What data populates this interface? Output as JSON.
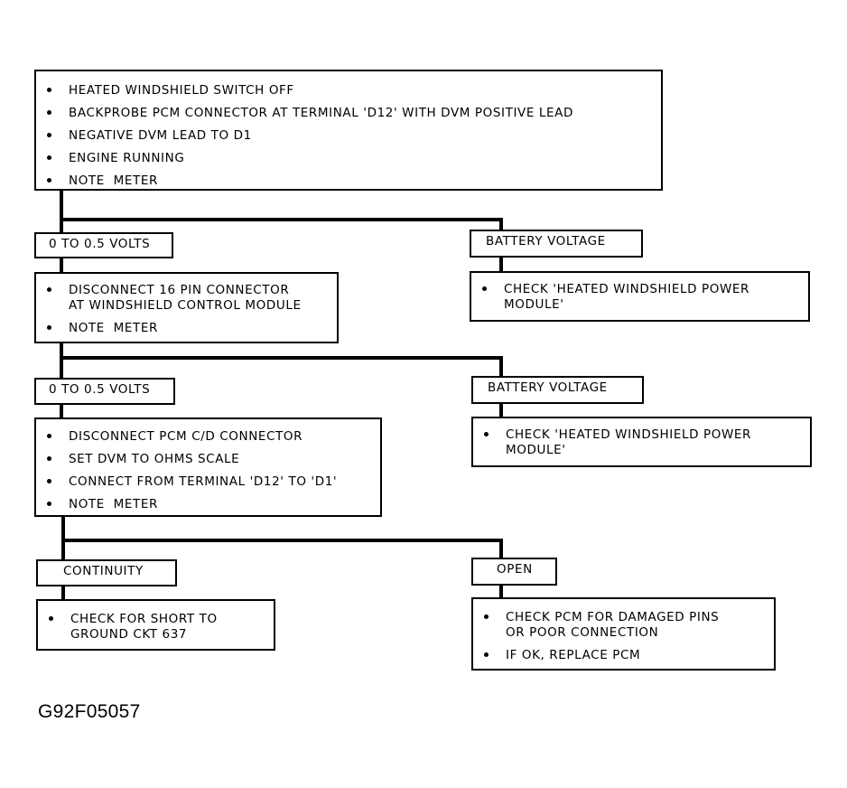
{
  "step1": {
    "items": [
      "HEATED WINDSHIELD SWITCH OFF",
      "BACKPROBE PCM CONNECTOR AT TERMINAL 'D12' WITH DVM POSITIVE LEAD",
      "NEGATIVE DVM LEAD TO D1",
      "ENGINE RUNNING",
      "NOTE  METER"
    ]
  },
  "result1_left": {
    "label": "0 TO 0.5 VOLTS"
  },
  "result1_right": {
    "label": "BATTERY VOLTAGE"
  },
  "step2": {
    "items": [
      [
        "DISCONNECT 16 PIN CONNECTOR",
        "AT WINDSHIELD CONTROL MODULE"
      ],
      [
        "NOTE  METER"
      ]
    ]
  },
  "action1_right": {
    "items": [
      [
        "CHECK 'HEATED WINDSHIELD POWER",
        "MODULE'"
      ]
    ]
  },
  "result2_left": {
    "label": "0 TO 0.5 VOLTS"
  },
  "result2_right": {
    "label": "BATTERY VOLTAGE"
  },
  "step3": {
    "items": [
      "DISCONNECT PCM C/D CONNECTOR",
      "SET DVM TO OHMS SCALE",
      "CONNECT FROM TERMINAL 'D12' TO 'D1'",
      "NOTE  METER"
    ]
  },
  "action2_right": {
    "items": [
      [
        "CHECK 'HEATED WINDSHIELD POWER",
        "MODULE'"
      ]
    ]
  },
  "result3_left": {
    "label": "CONTINUITY"
  },
  "result3_right": {
    "label": "OPEN"
  },
  "action3_left": {
    "items": [
      [
        "CHECK FOR SHORT TO",
        "GROUND CKT 637"
      ]
    ]
  },
  "action3_right": {
    "items": [
      [
        "CHECK PCM FOR DAMAGED PINS",
        "OR POOR CONNECTION"
      ],
      [
        "IF OK, REPLACE PCM"
      ]
    ]
  },
  "figure_id": "G92F05057",
  "colors": {
    "ink": "#000000",
    "paper": "#ffffff"
  }
}
